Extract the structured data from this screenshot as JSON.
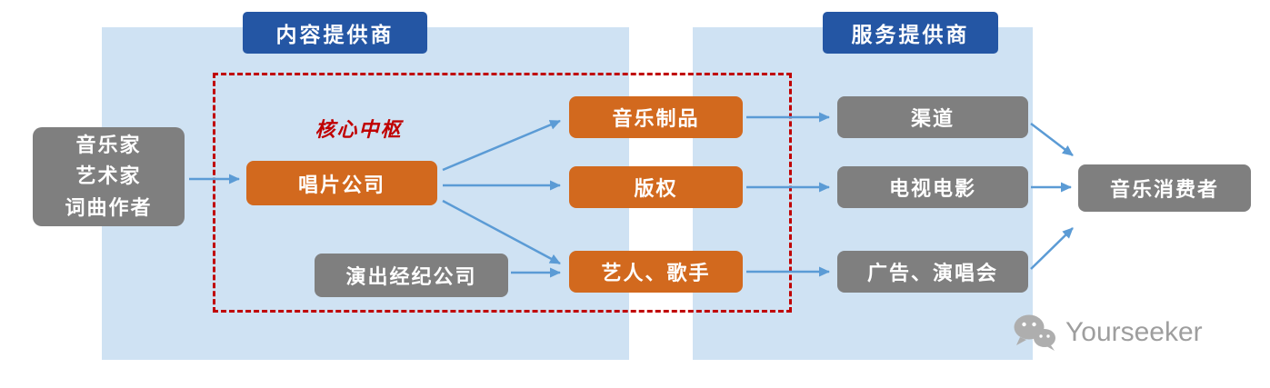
{
  "headers": {
    "content_provider": "内容提供商",
    "service_provider": "服务提供商"
  },
  "core_hub_label": "核心中枢",
  "nodes": {
    "creators": "音乐家\n艺术家\n词曲作者",
    "record_company": "唱片公司",
    "agency": "演出经纪公司",
    "music_products": "音乐制品",
    "copyright": "版权",
    "artists_singers": "艺人、歌手",
    "channels": "渠道",
    "tv_film": "电视电影",
    "ads_concerts": "广告、演唱会",
    "consumers": "音乐消费者"
  },
  "flows": [
    {
      "from": "creators",
      "to": "record_company"
    },
    {
      "from": "record_company",
      "to": "music_products"
    },
    {
      "from": "record_company",
      "to": "copyright"
    },
    {
      "from": "record_company",
      "to": "artists_singers"
    },
    {
      "from": "agency",
      "to": "artists_singers"
    },
    {
      "from": "music_products",
      "to": "channels"
    },
    {
      "from": "copyright",
      "to": "tv_film"
    },
    {
      "from": "artists_singers",
      "to": "ads_concerts"
    },
    {
      "from": "channels",
      "to": "consumers"
    },
    {
      "from": "tv_film",
      "to": "consumers"
    },
    {
      "from": "ads_concerts",
      "to": "consumers"
    }
  ],
  "watermark": {
    "brand": "Yourseeker",
    "icon": "wechat-icon"
  },
  "colors": {
    "panel_bg": "#cfe2f3",
    "header_bg": "#2456a4",
    "orange_node": "#d2691e",
    "gray_node": "#7f7f7f",
    "arrow": "#5b9bd5",
    "core_outline": "#c00000",
    "core_label_text": "#c00000",
    "watermark": "#9e9e9e"
  }
}
